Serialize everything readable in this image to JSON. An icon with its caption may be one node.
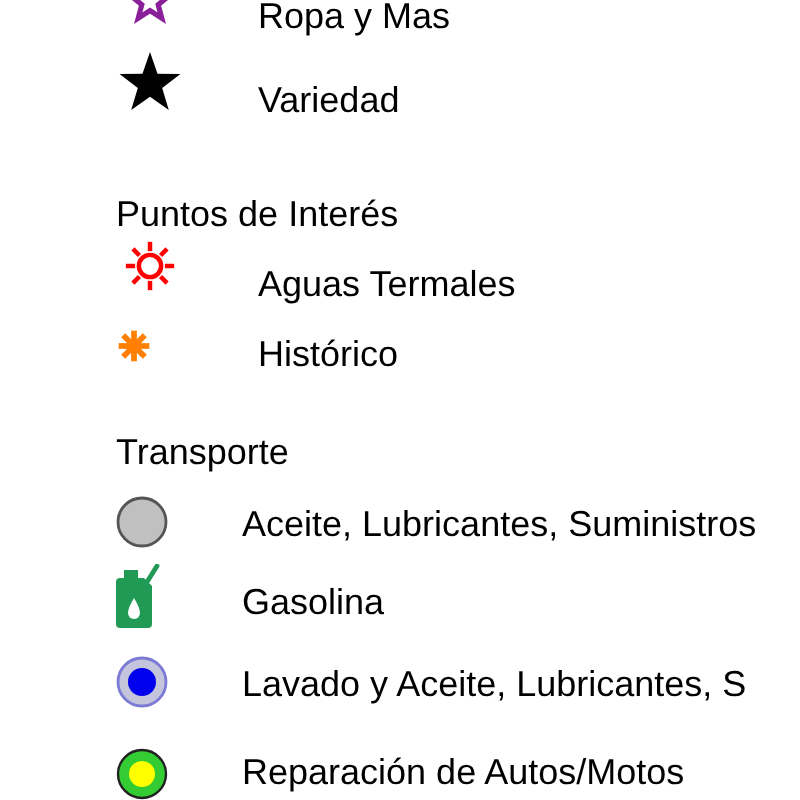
{
  "diagram": {
    "labels": [
      "Puntos de Interés",
      "Transporte"
    ],
    "legend": [
      {
        "text": "Ropa y Mas"
      },
      {
        "text": "Variedad"
      },
      {
        "text": "Aguas Termales"
      },
      {
        "text": "Histórico"
      },
      {
        "text": "Aceite, Lubricantes, Suministros"
      },
      {
        "text": "Gasolina"
      },
      {
        "text": "Lavado y Aceite, Lubricantes, S"
      },
      {
        "text": "Reparación de Autos/Motos"
      }
    ]
  }
}
